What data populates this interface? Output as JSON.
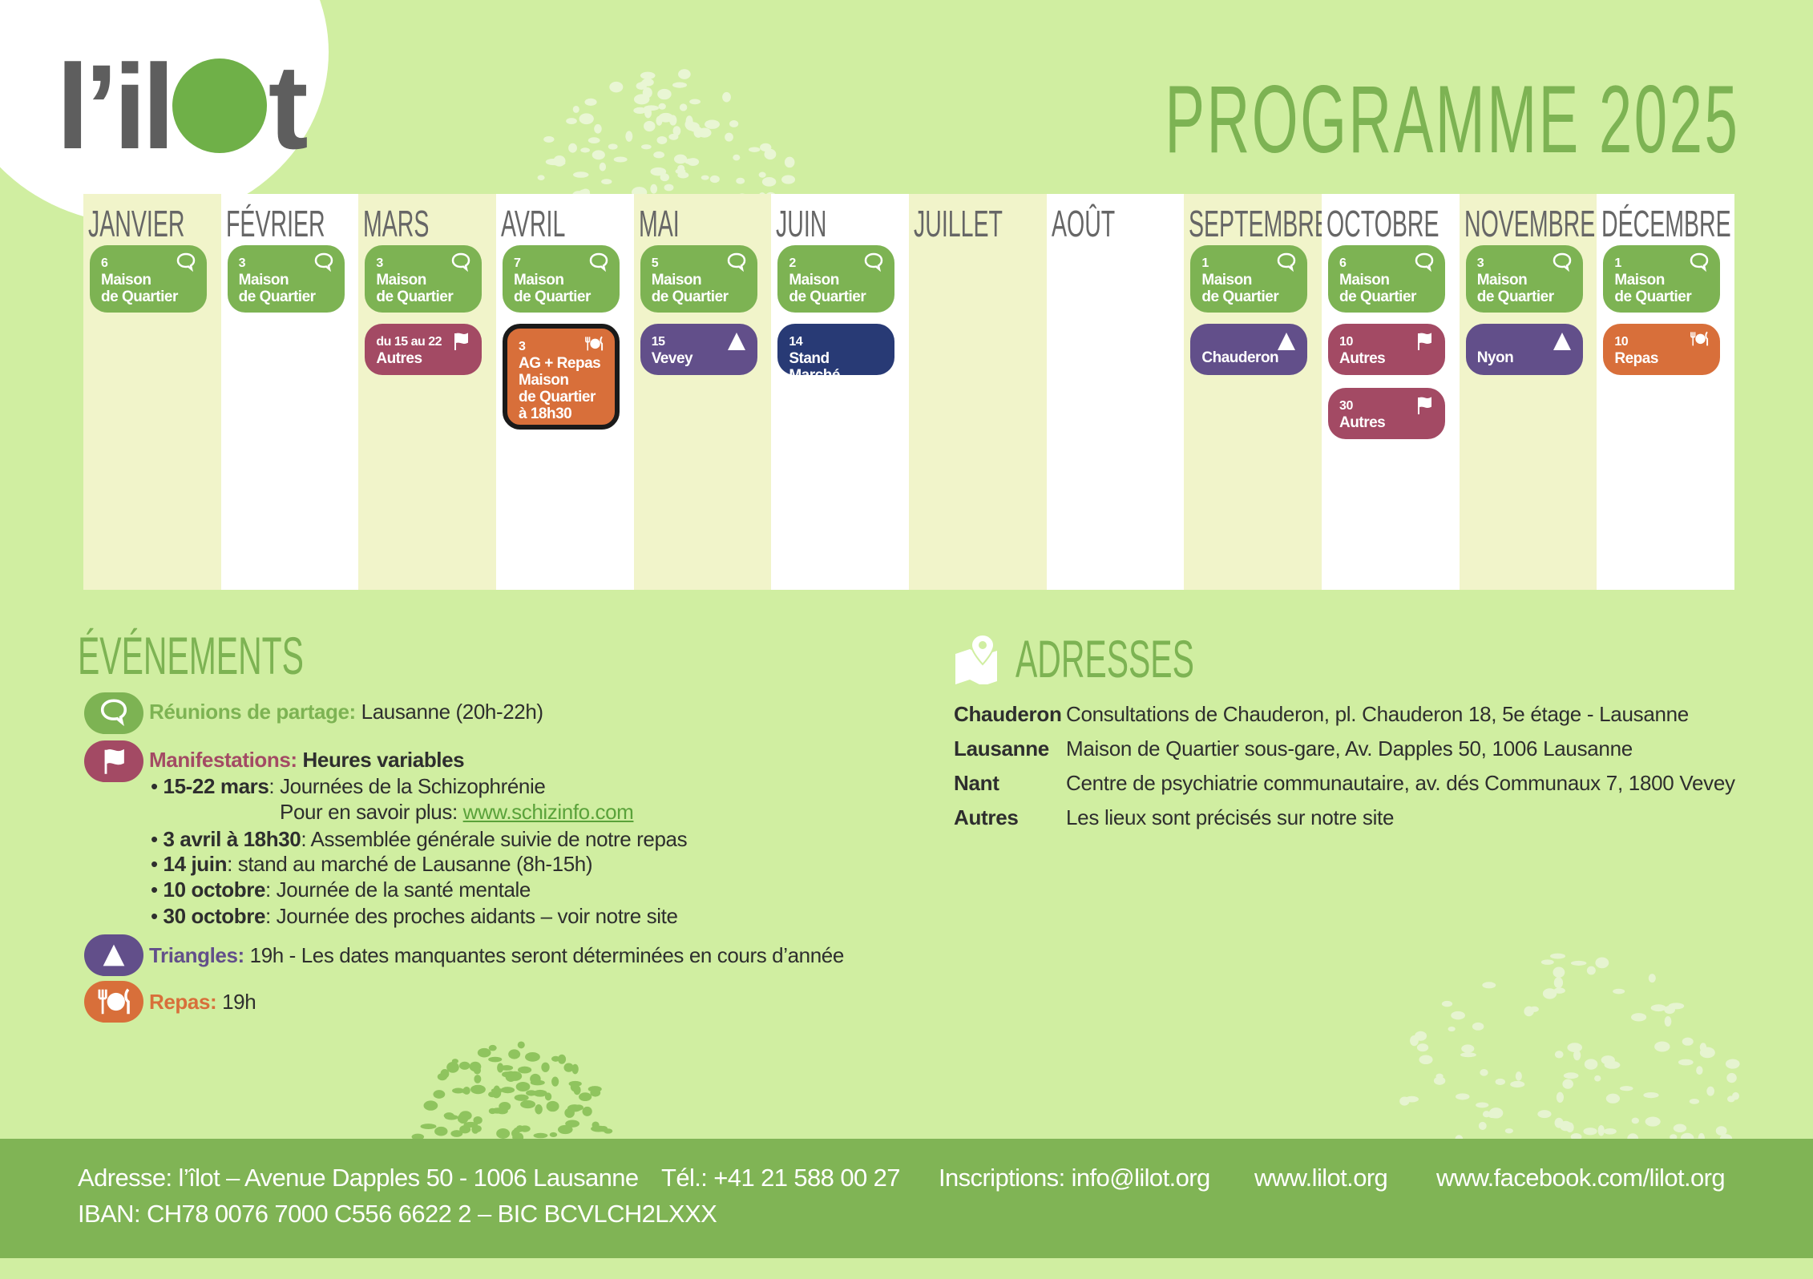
{
  "logo": {
    "text_left": "l’il",
    "text_right": "t"
  },
  "title": "PROGRAMME 2025",
  "colors": {
    "green": "#7db353",
    "purple": "#624f8a",
    "magenta": "#a34a64",
    "orange": "#d86f3a",
    "navy": "#283a75",
    "background": "#d0eea1"
  },
  "calendar": {
    "months": [
      {
        "name": "JANVIER",
        "events": [
          {
            "date": "6",
            "lines": [
              "Maison",
              "de Quartier"
            ],
            "type": "green",
            "icon": "speech-bubble-icon"
          }
        ]
      },
      {
        "name": "FÉVRIER",
        "events": [
          {
            "date": "3",
            "lines": [
              "Maison",
              "de Quartier"
            ],
            "type": "green",
            "icon": "speech-bubble-icon"
          }
        ]
      },
      {
        "name": "MARS",
        "events": [
          {
            "date": "3",
            "lines": [
              "Maison",
              "de Quartier"
            ],
            "type": "green",
            "icon": "speech-bubble-icon"
          },
          {
            "date": "du 15 au 22",
            "lines": [
              "Autres"
            ],
            "type": "magenta",
            "icon": "flag-icon"
          }
        ]
      },
      {
        "name": "AVRIL",
        "events": [
          {
            "date": "7",
            "lines": [
              "Maison",
              "de Quartier"
            ],
            "type": "green",
            "icon": "speech-bubble-icon"
          },
          {
            "date": "3",
            "lines": [
              "AG + Repas",
              "Maison",
              "de Quartier",
              "à 18h30"
            ],
            "type": "orange",
            "icon": "fork-plate-icon",
            "bordered": true
          }
        ]
      },
      {
        "name": "MAI",
        "events": [
          {
            "date": "5",
            "lines": [
              "Maison",
              "de Quartier"
            ],
            "type": "green",
            "icon": "speech-bubble-icon"
          },
          {
            "date": "15",
            "lines": [
              "Vevey"
            ],
            "type": "purple",
            "icon": "triangle-icon"
          }
        ]
      },
      {
        "name": "JUIN",
        "events": [
          {
            "date": "2",
            "lines": [
              "Maison",
              "de Quartier"
            ],
            "type": "green",
            "icon": "speech-bubble-icon"
          },
          {
            "date": "14",
            "lines": [
              "Stand Marché"
            ],
            "type": "navy",
            "icon": ""
          }
        ]
      },
      {
        "name": "JUILLET",
        "events": []
      },
      {
        "name": "AOÛT",
        "events": []
      },
      {
        "name": "SEPTEMBRE",
        "events": [
          {
            "date": "1",
            "lines": [
              "Maison",
              "de Quartier"
            ],
            "type": "green",
            "icon": "speech-bubble-icon"
          },
          {
            "date": "",
            "lines": [
              "Chauderon"
            ],
            "type": "purple",
            "icon": "triangle-icon"
          }
        ]
      },
      {
        "name": "OCTOBRE",
        "events": [
          {
            "date": "6",
            "lines": [
              "Maison",
              "de Quartier"
            ],
            "type": "green",
            "icon": "speech-bubble-icon"
          },
          {
            "date": "10",
            "lines": [
              "Autres"
            ],
            "type": "magenta",
            "icon": "flag-icon"
          },
          {
            "date": "30",
            "lines": [
              "Autres"
            ],
            "type": "magenta",
            "icon": "flag-icon"
          }
        ]
      },
      {
        "name": "NOVEMBRE",
        "events": [
          {
            "date": "3",
            "lines": [
              "Maison",
              "de Quartier"
            ],
            "type": "green",
            "icon": "speech-bubble-icon"
          },
          {
            "date": "",
            "lines": [
              "Nyon"
            ],
            "type": "purple",
            "icon": "triangle-icon"
          }
        ]
      },
      {
        "name": "DÉCEMBRE",
        "events": [
          {
            "date": "1",
            "lines": [
              "Maison",
              "de Quartier"
            ],
            "type": "green",
            "icon": "speech-bubble-icon"
          },
          {
            "date": "10",
            "lines": [
              "Repas"
            ],
            "type": "orange",
            "icon": "fork-plate-icon"
          }
        ]
      }
    ]
  },
  "events_section": {
    "heading": "ÉVÉNEMENTS",
    "reunions": {
      "label": "Réunions de partage:",
      "text": "Lausanne (20h-22h)"
    },
    "manifestations": {
      "label": "Manifestations:",
      "text": "Heures variables",
      "items": [
        {
          "bold": "15-22 mars",
          "text": ": Journées de la Schizophrénie"
        },
        {
          "bold": "3 avril à 18h30",
          "text": ": Assemblée générale suivie de notre repas"
        },
        {
          "bold": "14 juin",
          "text": ": stand au marché de Lausanne (8h-15h)"
        },
        {
          "bold": "10 octobre",
          "text": ": Journée de la santé mentale"
        },
        {
          "bold": "30 octobre",
          "text": ": Journée des proches aidants – voir notre site"
        }
      ],
      "more_label": "Pour en savoir plus:",
      "more_link": "www.schizinfo.com"
    },
    "triangles": {
      "label": "Triangles:",
      "text": "19h - Les dates manquantes seront déterminées en cours d’année"
    },
    "repas": {
      "label": "Repas:",
      "text": "19h"
    }
  },
  "addresses_section": {
    "heading": "ADRESSES",
    "rows": [
      {
        "name": "Chauderon",
        "value": "Consultations de Chauderon, pl. Chauderon 18, 5e étage - Lausanne"
      },
      {
        "name": "Lausanne",
        "value": "Maison de Quartier sous-gare, Av. Dapples 50, 1006 Lausanne"
      },
      {
        "name": "Nant",
        "value": "Centre de psychiatrie communautaire, av. dés Communaux 7, 1800 Vevey"
      },
      {
        "name": "Autres",
        "value": "Les lieux sont précisés sur notre site"
      }
    ]
  },
  "footer": {
    "address": "Adresse: l’îlot – Avenue Dapples 50 - 1006 Lausanne",
    "phone": "Tél.: +41 21 588 00 27",
    "inscriptions": "Inscriptions: info@lilot.org",
    "website": "www.lilot.org",
    "facebook": "www.facebook.com/lilot.org",
    "iban": "IBAN: CH78 0076 7000 C556 6622 2 – BIC BCVLCH2LXXX"
  }
}
